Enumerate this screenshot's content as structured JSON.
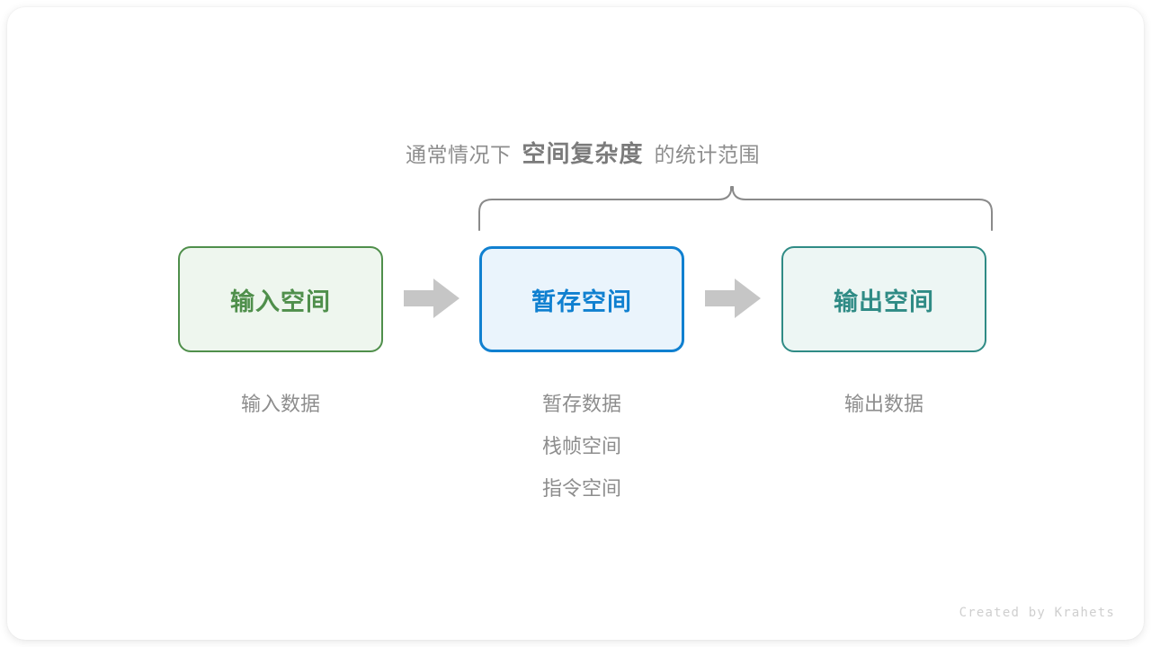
{
  "caption": {
    "prefix": "通常情况下",
    "emphasis": "空间复杂度",
    "suffix": "的统计范围"
  },
  "flow": {
    "boxes": [
      {
        "id": "input-space",
        "label": "输入空间",
        "color": "#4f8f4b",
        "fill": "#eef6ee",
        "captions": [
          "输入数据"
        ]
      },
      {
        "id": "temp-space",
        "label": "暂存空间",
        "color": "#1080d0",
        "fill": "#eaf4fc",
        "captions": [
          "暂存数据",
          "栈帧空间",
          "指令空间"
        ]
      },
      {
        "id": "output-space",
        "label": "输出空间",
        "color": "#2f8b85",
        "fill": "#edf6f4",
        "captions": [
          "输出数据"
        ]
      }
    ],
    "arrow_color": "#c6c6c6",
    "arrow_count": 2
  },
  "brace": {
    "color": "#8a8a8a",
    "spans": [
      "temp-space",
      "output-space"
    ]
  },
  "credit": "Created by Krahets"
}
